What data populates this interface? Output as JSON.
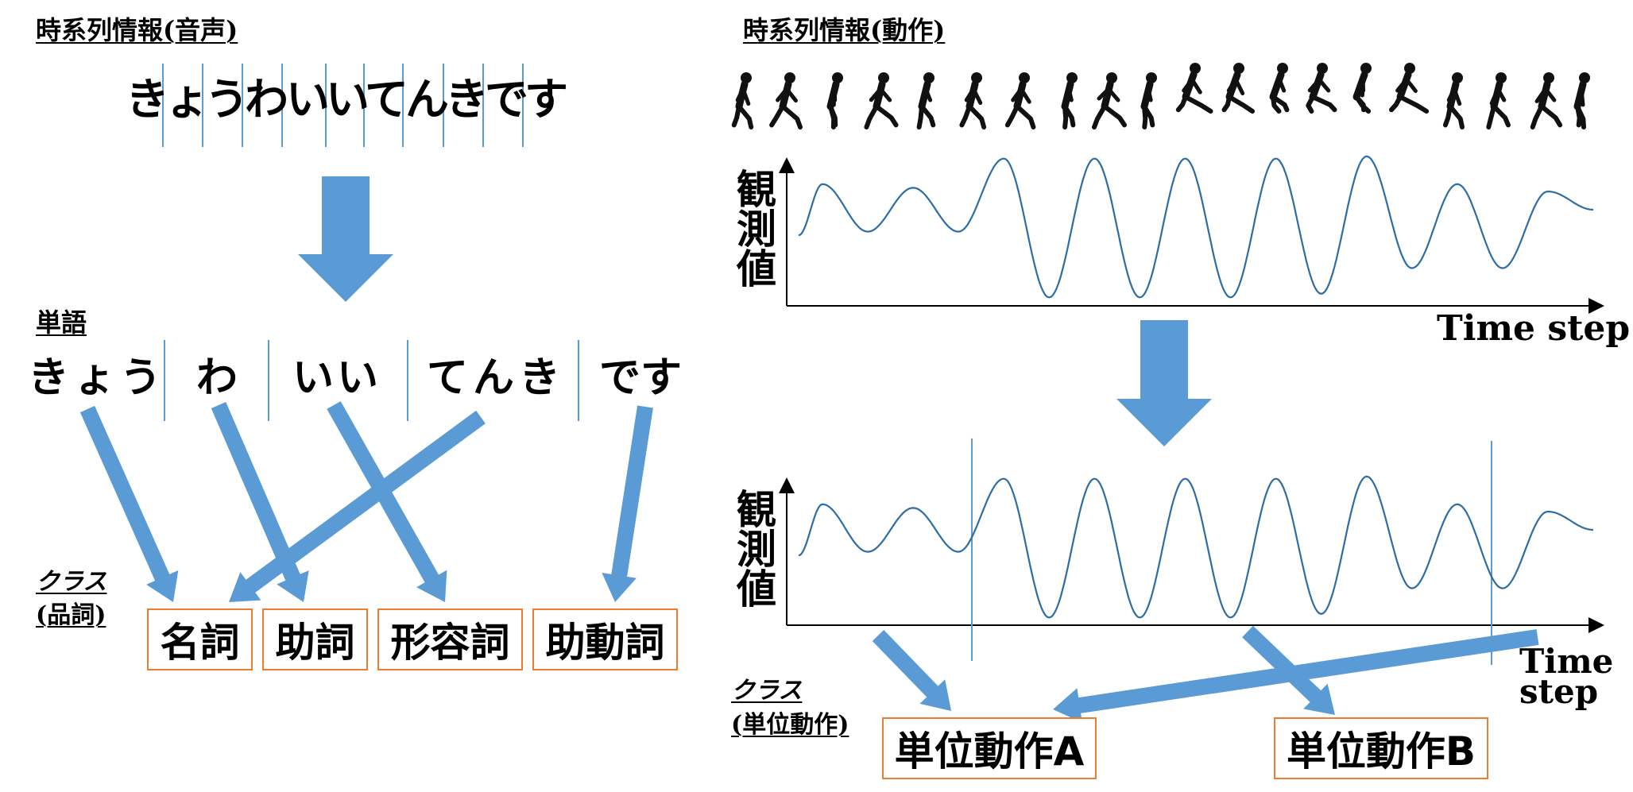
{
  "left": {
    "title": "時系列情報(音声)",
    "characters": [
      "き",
      "ょ",
      "う",
      "わ",
      "い",
      "い",
      "て",
      "ん",
      "き",
      "で",
      "す"
    ],
    "words_title": "単語",
    "words": [
      "きょう",
      "わ",
      "いい",
      "てんき",
      "です"
    ],
    "class_title_line1": "クラス",
    "class_title_line2": "(品詞)",
    "classes": [
      "名詞",
      "助詞",
      "形容詞",
      "助動詞"
    ]
  },
  "right": {
    "title": "時系列情報(動作)",
    "ylabel_top": "観測値",
    "xlabel_top": "Time step",
    "ylabel_bottom": "観測値",
    "xlabel_bottom_line1": "Time",
    "xlabel_bottom_line2": "step",
    "class_title_line1": "クラス",
    "class_title_line2": "(単位動作)",
    "classes": [
      "単位動作A",
      "単位動作B"
    ]
  },
  "colors": {
    "arrow": "#5b9bd5",
    "divider": "#5b9bd5",
    "signal": "#2e6da4",
    "box_border": "#ed7d31"
  },
  "icons": [
    "running-figure-icon"
  ],
  "signal": {
    "peaks": [
      0.6,
      0.55,
      0.95,
      0.95,
      0.95,
      0.95,
      0.98,
      0.6,
      0.5
    ],
    "troughs": [
      -0.05,
      -0.05,
      -0.95,
      -0.95,
      -0.95,
      -0.9,
      -0.55,
      -0.55
    ]
  }
}
